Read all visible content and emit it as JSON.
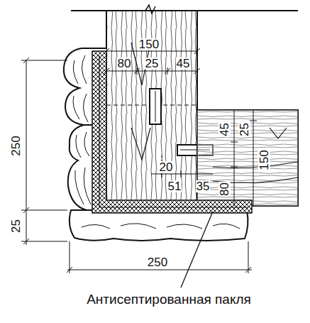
{
  "diagram": {
    "caption": "Антисептированная пакля",
    "labels": [
      "150",
      "80",
      "25",
      "45",
      "45",
      "25",
      "150",
      "20",
      "51",
      "35",
      "80",
      "250",
      "25",
      "250"
    ]
  }
}
